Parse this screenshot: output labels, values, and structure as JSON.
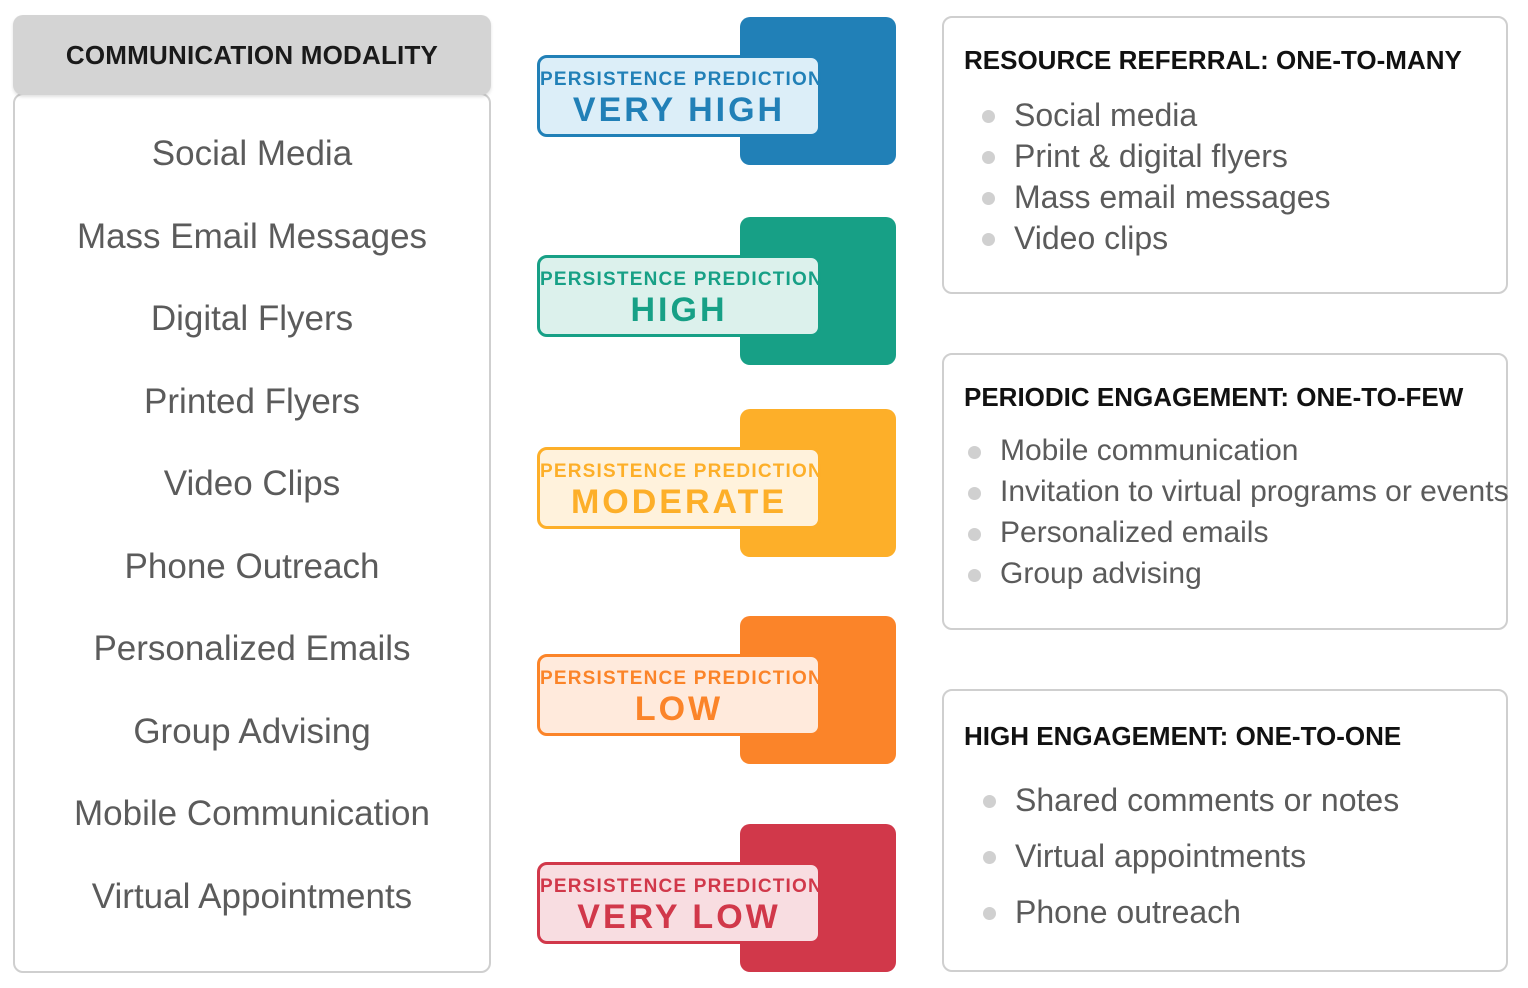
{
  "modality": {
    "header": "COMMUNICATION MODALITY",
    "items": [
      "Social Media",
      "Mass Email Messages",
      "Digital Flyers",
      "Printed Flyers",
      "Video Clips",
      "Phone Outreach",
      "Personalized Emails",
      "Group Advising",
      "Mobile Communication",
      "Virtual Appointments"
    ]
  },
  "predictions": [
    {
      "label": "PERSISTENCE PREDICTION",
      "level": "VERY HIGH",
      "color": "#2180b7",
      "light": "#dceef8"
    },
    {
      "label": "PERSISTENCE PREDICTION",
      "level": "HIGH",
      "color": "#17a086",
      "light": "#dcf1ec"
    },
    {
      "label": "PERSISTENCE PREDICTION",
      "level": "MODERATE",
      "color": "#fdaf29",
      "light": "#fff2dc"
    },
    {
      "label": "PERSISTENCE PREDICTION",
      "level": "LOW",
      "color": "#fb8429",
      "light": "#ffeadc"
    },
    {
      "label": "PERSISTENCE PREDICTION",
      "level": "VERY LOW",
      "color": "#d1384a",
      "light": "#f8dde1"
    }
  ],
  "engagement": {
    "resource_referral": {
      "title": "RESOURCE REFERRAL: ONE-TO-MANY",
      "items": [
        "Social media",
        "Print & digital flyers",
        "Mass email messages",
        "Video clips"
      ]
    },
    "periodic": {
      "title": "PERIODIC ENGAGEMENT: ONE-TO-FEW",
      "items": [
        "Mobile communication",
        "Invitation to virtual programs or events",
        "Personalized emails",
        "Group advising"
      ]
    },
    "high": {
      "title": "HIGH ENGAGEMENT: ONE-TO-ONE",
      "items": [
        "Shared comments or notes",
        "Virtual appointments",
        "Phone outreach"
      ]
    }
  }
}
